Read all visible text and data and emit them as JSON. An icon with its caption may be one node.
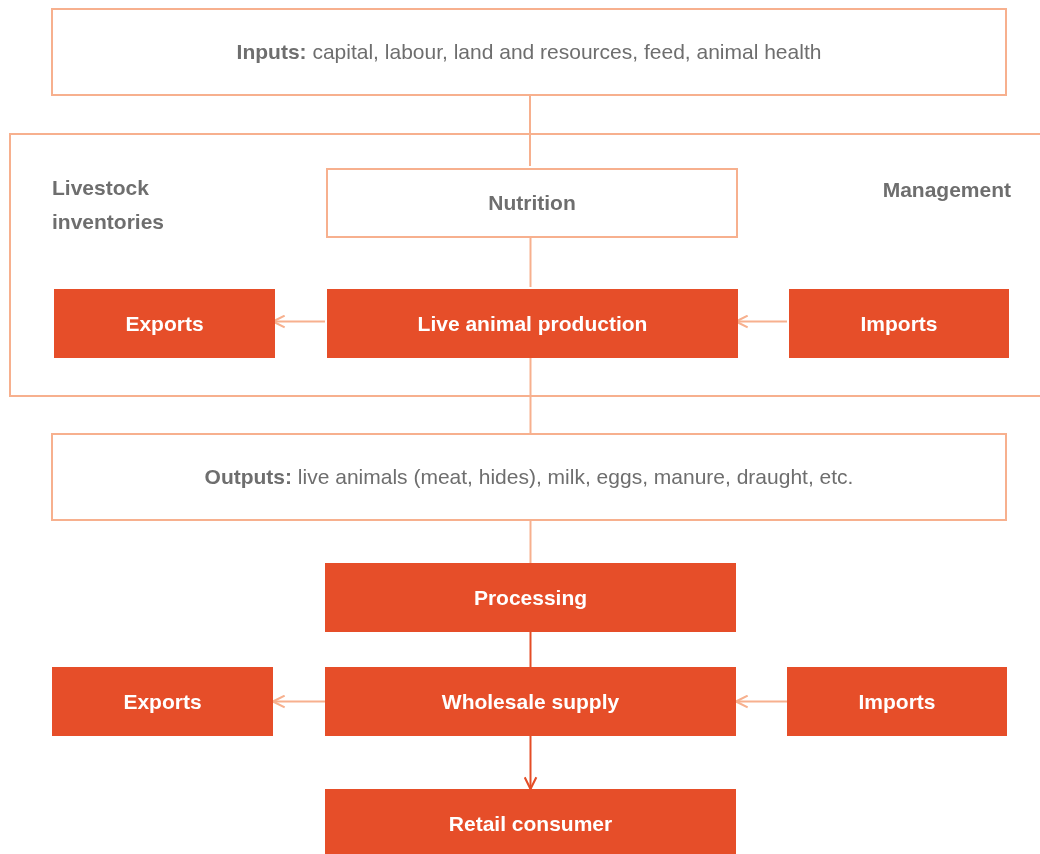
{
  "diagram": {
    "nodes": [
      {
        "text": [
          "**Inputs:** capital, labour, land and resources, feed, animal health"
        ]
      },
      {
        "text": [
          "Livestock inventories",
          "Management"
        ]
      },
      {
        "text": [
          "Nutrition"
        ],
        "in": 1
      },
      {
        "text": [
          "Exports"
        ],
        "in": 1
      },
      {
        "text": [
          "Live animal production"
        ],
        "in": 1
      },
      {
        "text": [
          "Imports"
        ],
        "in": 1
      },
      {
        "text": [
          "**Outputs:** live animals (meat, hides), milk, eggs, manure, draught, etc."
        ]
      },
      {
        "text": [
          "Processing"
        ]
      },
      {
        "text": [
          "Exports"
        ]
      },
      {
        "text": [
          "Wholesale supply"
        ]
      },
      {
        "text": [
          "Imports"
        ]
      },
      {
        "text": [
          "Retail consumer"
        ]
      }
    ],
    "edges": [
      {
        "from": 0,
        "to": 2,
        "arrow": "none"
      },
      {
        "from": 2,
        "to": 4,
        "arrow": "none"
      },
      {
        "from": 4,
        "to": 3,
        "arrow": "to"
      },
      {
        "from": 5,
        "to": 4,
        "arrow": "to"
      },
      {
        "from": 4,
        "to": 6,
        "arrow": "none"
      },
      {
        "from": 6,
        "to": 7,
        "arrow": "none"
      },
      {
        "from": 7,
        "to": 9,
        "arrow": "none",
        "color": "#e44d26"
      },
      {
        "from": 9,
        "to": 8,
        "arrow": "to"
      },
      {
        "from": 10,
        "to": 9,
        "arrow": "to"
      },
      {
        "from": 9,
        "to": 11,
        "arrow": "to",
        "color": "#e44d26"
      }
    ]
  }
}
